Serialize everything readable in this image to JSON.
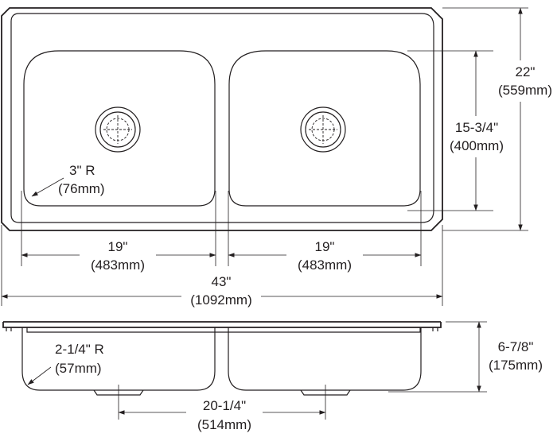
{
  "dimensions": {
    "bowl_width_left": {
      "imperial": "19\"",
      "metric": "(483mm)"
    },
    "bowl_width_right": {
      "imperial": "19\"",
      "metric": "(483mm)"
    },
    "overall_width": {
      "imperial": "43\"",
      "metric": "(1092mm)"
    },
    "overall_depth": {
      "imperial": "22\"",
      "metric": "(559mm)"
    },
    "bowl_length": {
      "imperial": "15-3/4\"",
      "metric": "(400mm)"
    },
    "corner_radius_top": {
      "imperial": "3\" R",
      "metric": "(76mm)"
    },
    "corner_radius_bottom": {
      "imperial": "2-1/4\" R",
      "metric": "(57mm)"
    },
    "bowl_depth": {
      "imperial": "6-7/8\"",
      "metric": "(175mm)"
    },
    "drain_spacing": {
      "imperial": "20-1/4\"",
      "metric": "(514mm)"
    }
  },
  "colors": {
    "line": "#231f20",
    "background": "#ffffff"
  }
}
